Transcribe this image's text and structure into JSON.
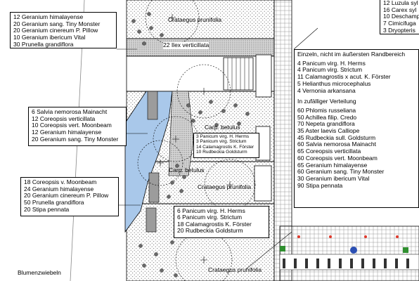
{
  "colors": {
    "pond": "#a9c8ea",
    "hatch": "#9a9a9a",
    "stone": "#9c9c9c",
    "red_dot": "#e0392b",
    "green_dot": "#2f8f2f",
    "blue_dot": "#2b4fb3"
  },
  "box_top_left": {
    "items": [
      "12 Geranium himalayense",
      "20 Geranium sang. Tiny Monster",
      "20 Geranium cinereum P. Pillow",
      "10 Geranium ibericum Vital",
      "30 Prunella grandiflora"
    ]
  },
  "box_top_right": {
    "items": [
      "12 Luzula syl",
      "16 Carex syl",
      "10 Deschamp",
      "7 Cimicifuga",
      "3 Dryopteris"
    ]
  },
  "box_mid_left": {
    "items": [
      "6 Salvia nemorosa Mainacht",
      "12 Coreopsis verticillata",
      "10 Coreopsis vert. Moonbeam",
      "12 Geranium himalayense",
      "20 Geranium sang. Tiny Monster"
    ]
  },
  "box_bottom_left": {
    "items": [
      "18 Coreopsis v. Moonbeam",
      "24 Geranium himalayense",
      "20 Geranium cinereum P. Pillow",
      "50 Prunella grandiflora",
      "20 Stipa pennata"
    ]
  },
  "box_right": {
    "header": "Einzeln, nicht im äußersten Randbereich",
    "group1": [
      "4 Panicum virg. H. Herms",
      "4 Panicum virg. Strictum",
      "11 Calamagrostis x acut. K. Förster",
      "5 Helianthus microcephalus",
      "4 Vernonia arkansana"
    ],
    "subheader": "In zufälliger Verteilung",
    "group2": [
      "60 Phlomis russeliana",
      "50 Achillea filip. Credo",
      "70 Nepeta grandiflora",
      "35 Aster laevis Calliope",
      "45 Rudbeckia sull. Goldsturm",
      "60 Salvia nemorosa Mainacht",
      "65 Coreopsis verticillata",
      "60 Coreopsis vert. Moonbeam",
      "65 Geranium himalayense",
      "60 Geranium sang. Tiny Monster",
      "30 Geranium ibericum Vital",
      "90 Stipa pennata"
    ]
  },
  "box_bed_middle": {
    "items": [
      "6 Panicum virg. H. Herms",
      "6 Panicum virg. Strictum",
      "18 Calamagrostis K. Förster",
      "20 Rudbeckia Goldsturm"
    ]
  },
  "box_small_center": {
    "items": [
      "3 Panicum virg. H. Herms",
      "3 Panicum virg. Strictum",
      "14 Calamagrostis K. Förster",
      "10 Rudbeckia Goldsturm"
    ]
  },
  "plan_labels": {
    "crataegus_top": "Crataegus prunifolia",
    "ilex": "22 Ilex verticillata",
    "carp_betulus_upper": "Carp. betulus",
    "carp_betulus_lower": "Carp. betulus",
    "crataegus_mid": "Crataegus prunifolia",
    "crataegus_bottom": "Crataegus prunifolia",
    "blumenzwiebeln": "Blumenzwiebeln"
  }
}
